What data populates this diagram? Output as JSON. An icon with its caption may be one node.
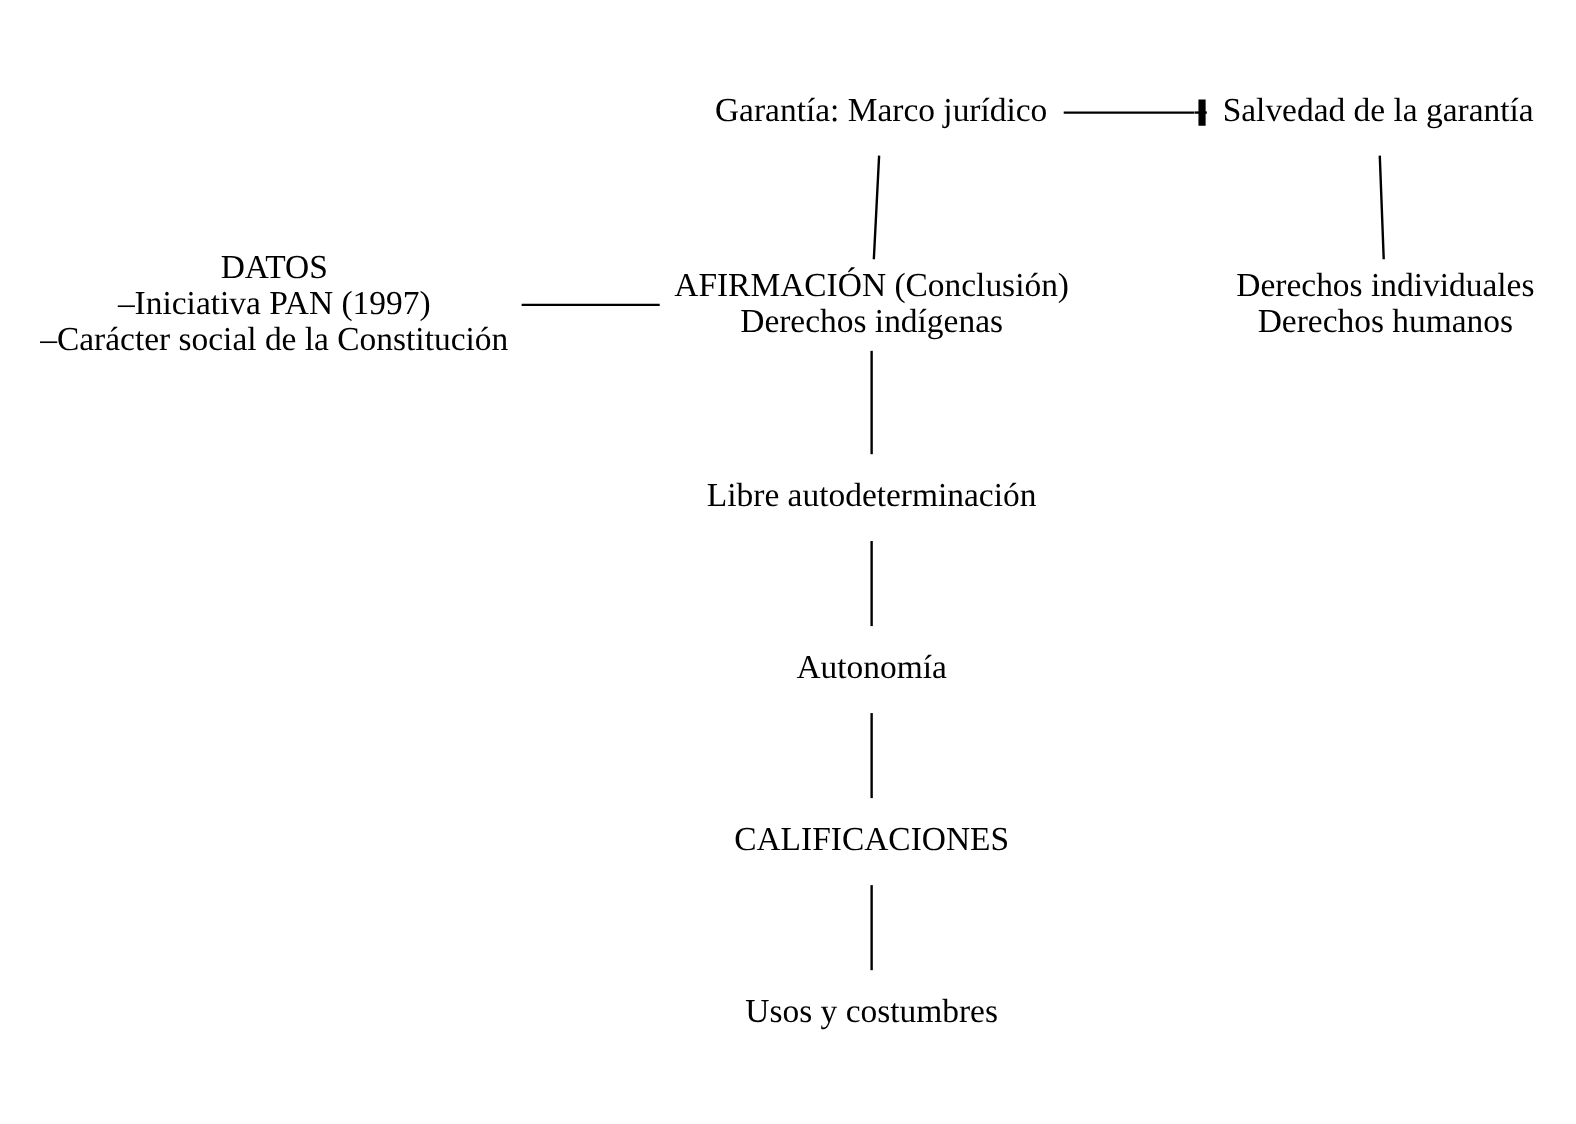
{
  "diagram": {
    "nodes": [
      {
        "text": [
          "DATOS",
          "–Iniciativa PAN (1997)",
          "–Carácter social de la Constitución"
        ]
      },
      {
        "text": [
          "AFIRMACIÓN (Conclusión)",
          "Derechos indígenas"
        ]
      },
      {
        "text": [
          "Libre autodeterminación"
        ]
      },
      {
        "text": [
          "Garantía: Marco jurídico"
        ]
      },
      {
        "text": [
          "Autonomía"
        ]
      },
      {
        "text": [
          "Salvedad de la garantía"
        ]
      },
      {
        "text": [
          "CALIFICACIONES"
        ]
      },
      {
        "text": [
          "Derechos individuales",
          "Derechos humanos"
        ]
      },
      {
        "text": [
          "Usos y costumbres"
        ]
      }
    ],
    "edges": [
      {
        "from": 0,
        "to": 1,
        "arrow": "none"
      },
      {
        "from": 3,
        "to": 1,
        "arrow": "none"
      },
      {
        "from": 3,
        "to": 5,
        "arrow": "other"
      },
      {
        "from": 5,
        "to": 7,
        "arrow": "none"
      },
      {
        "from": 1,
        "to": 2,
        "arrow": "none"
      },
      {
        "from": 2,
        "to": 4,
        "arrow": "none"
      },
      {
        "from": 4,
        "to": 6,
        "arrow": "none"
      },
      {
        "from": 6,
        "to": 8,
        "arrow": "none"
      }
    ]
  }
}
